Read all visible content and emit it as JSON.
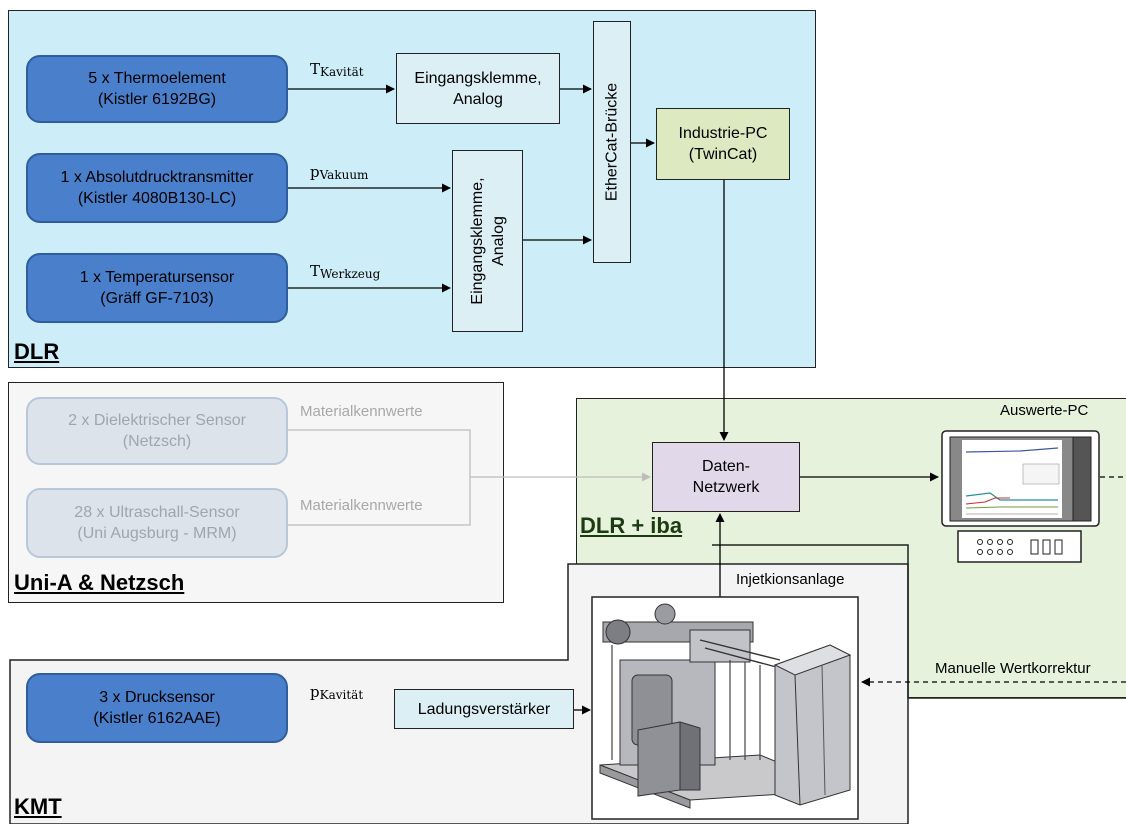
{
  "regions": {
    "dlr": "DLR",
    "uni": "Uni-A & Netzsch",
    "iba": "DLR + iba",
    "kmt": "KMT"
  },
  "sensors": {
    "thermo": [
      "5 x Thermoelement",
      "(Kistler 6192BG)"
    ],
    "absolut": [
      "1 x Absolutdrucktransmitter",
      "(Kistler 4080B130-LC)"
    ],
    "temp": [
      "1 x Temperatursensor",
      "(Gräff GF-7103)"
    ],
    "dielektrisch": [
      "2 x Dielektrischer Sensor",
      "(Netzsch)"
    ],
    "ultraschall": [
      "28 x Ultraschall-Sensor",
      "(Uni Augsburg - MRM)"
    ],
    "druck": [
      "3 x Drucksensor",
      "(Kistler 6162AAE)"
    ]
  },
  "signals": {
    "t_kavitaet": {
      "base": "T",
      "sub": "Kavität"
    },
    "p_vakuum": {
      "base": "p",
      "sub": "Vakuum"
    },
    "t_werkzeug": {
      "base": "T",
      "sub": "Werkzeug"
    },
    "p_kavitaet": {
      "base": "p",
      "sub": "Kavität"
    },
    "material_1": "Materialkennwerte",
    "material_2": "Materialkennwerte"
  },
  "nodes": {
    "eingang_1": [
      "Eingangsklemme,",
      "Analog"
    ],
    "eingang_2": [
      "Eingangsklemme,",
      "Analog"
    ],
    "ethercat": "EtherCat-Brücke",
    "industrie_pc": [
      "Industrie-PC",
      "(TwinCat)"
    ],
    "daten": [
      "Daten-",
      "Netzwerk"
    ],
    "ladung": "Ladungsverstärker"
  },
  "labels": {
    "auswerte_pc": "Auswerte-PC",
    "injektion": "Injetkionsanlage",
    "manuelle": "Manuelle Wertkorrektur"
  },
  "colors": {
    "dlr_bg": "#cdeef9",
    "iba_bg": "#e6f2dc",
    "sensor": "#4a7fcb",
    "industrie_pc": "#dde9c0",
    "daten": "#e1d9ea",
    "node_light": "#dceff5"
  },
  "icons": {
    "monitor": "monitor-icon",
    "machine": "injection-machine-image"
  }
}
